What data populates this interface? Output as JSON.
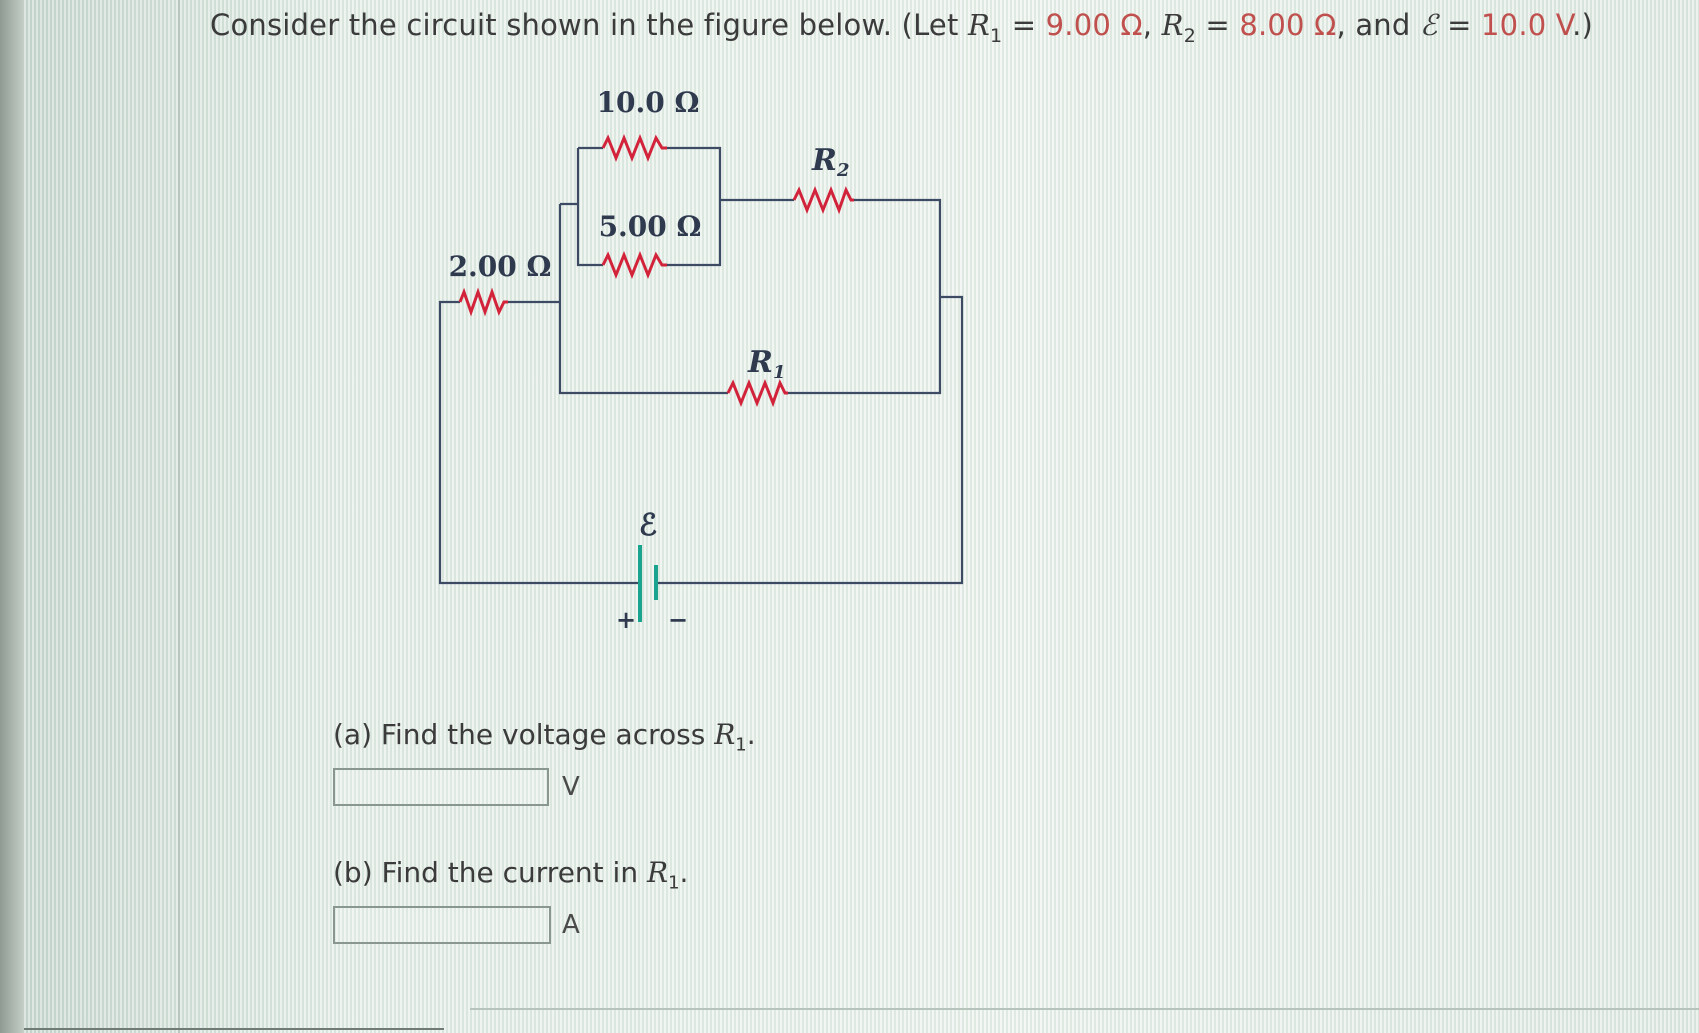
{
  "question": {
    "prefix": "Consider the circuit shown in the figure below. (Let ",
    "r1_symbol": "R",
    "r1_sub": "1",
    "r1_eq": " = ",
    "r1_value": "9.00 Ω",
    "sep1": ", ",
    "r2_symbol": "R",
    "r2_sub": "2",
    "r2_eq": " = ",
    "r2_value": "8.00 Ω",
    "sep2": ", and ",
    "emf_symbol": "ℰ",
    "emf_eq": " = ",
    "emf_value": "10.0 V",
    "suffix": ".)"
  },
  "circuit": {
    "resistor_top_label": "10.0 Ω",
    "resistor_middle_label": "5.00 Ω",
    "resistor_left_label": "2.00 Ω",
    "r2_label": "R",
    "r2_label_sub": "2",
    "r1_label": "R",
    "r1_label_sub": "1",
    "emf_label": "ℰ",
    "plus_label": "+",
    "minus_label": "−"
  },
  "part_a": {
    "prefix": "(a) Find the voltage across ",
    "symbol": "R",
    "sub": "1",
    "suffix": ".",
    "unit": "V"
  },
  "part_b": {
    "prefix": "(b) Find the current in ",
    "symbol": "R",
    "sub": "1",
    "suffix": ".",
    "unit": "A"
  },
  "colors": {
    "wire": "#3c4a63",
    "resistor": "#d2233a",
    "battery": "#1aa38f",
    "value_text": "#c0504d"
  }
}
